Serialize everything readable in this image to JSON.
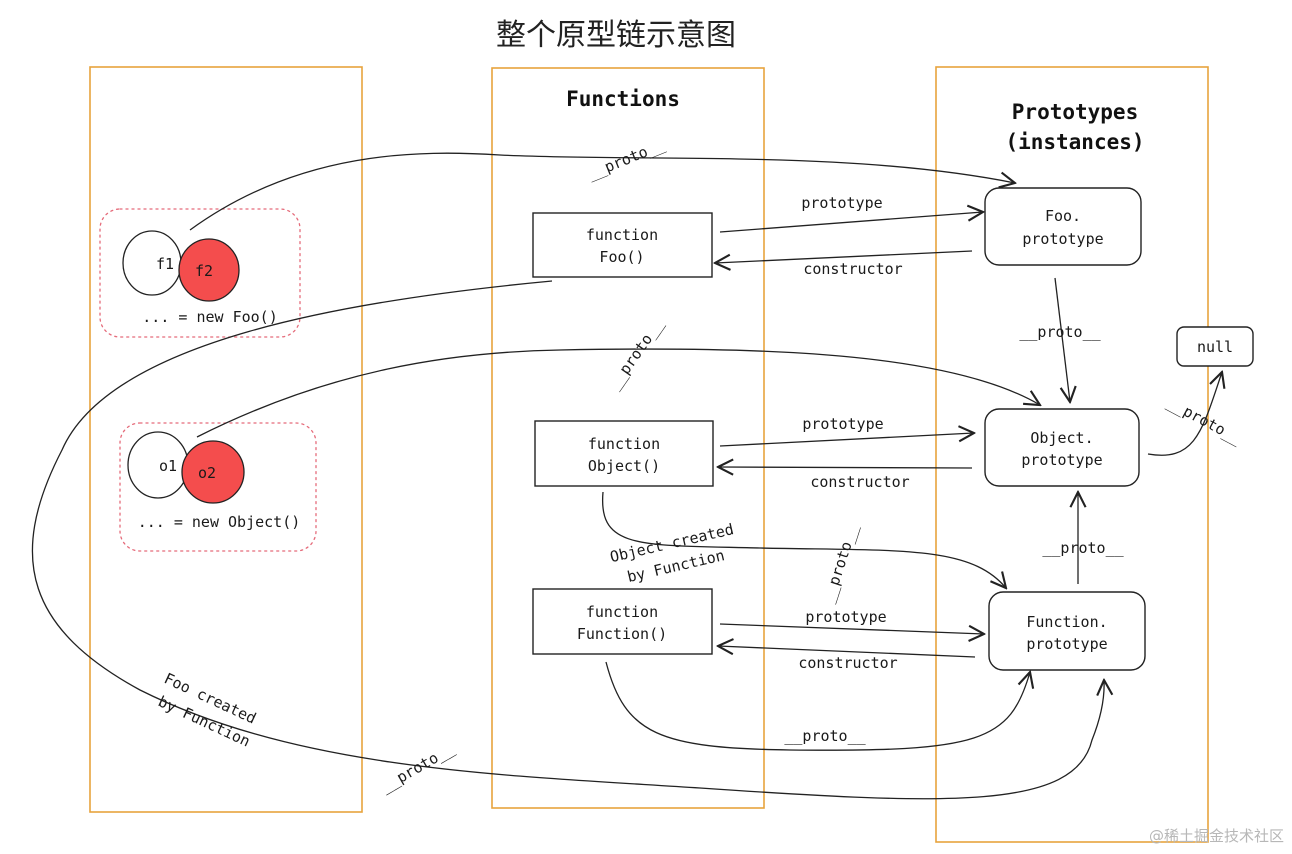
{
  "title": "整个原型链示意图",
  "watermark": "@稀土掘金技术社区",
  "columns": {
    "functions": "Functions",
    "prototypes_line1": "Prototypes",
    "prototypes_line2": "(instances)"
  },
  "instances": {
    "f1": "f1",
    "f2": "f2",
    "foo_new": "... = new Foo()",
    "o1": "o1",
    "o2": "o2",
    "object_new": "... = new Object()"
  },
  "functions": {
    "foo_line1": "function",
    "foo_line2": "Foo()",
    "object_line1": "function",
    "object_line2": "Object()",
    "function_line1": "function",
    "function_line2": "Function()"
  },
  "prototypes": {
    "foo_line1": "Foo.",
    "foo_line2": "prototype",
    "object_line1": "Object.",
    "object_line2": "prototype",
    "function_line1": "Function.",
    "function_line2": "prototype",
    "null": "null"
  },
  "edge_labels": {
    "proto": "__proto__",
    "prototype": "prototype",
    "constructor": "constructor",
    "object_created_line1": "Object created",
    "object_created_line2": "by Function",
    "foo_created_line1": "Foo created",
    "foo_created_line2": "by Function"
  },
  "colors": {
    "column_border": "#e8a33d",
    "instance_fill": "#f44d4d",
    "dotted_group": "#e56b7a",
    "ink": "#222222"
  }
}
